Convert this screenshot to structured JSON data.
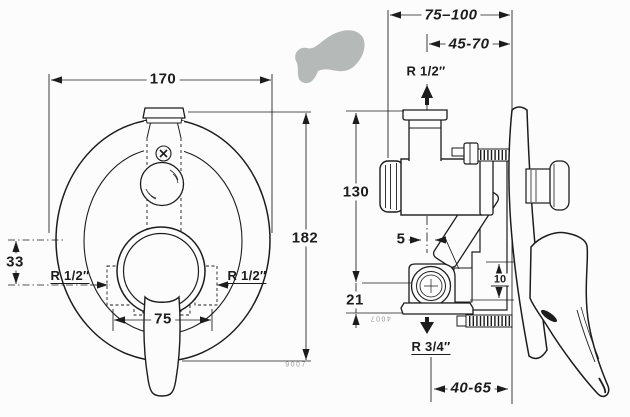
{
  "page": {
    "background": "#fcfcfc",
    "line_color": "#1c1c1c",
    "silhouette_gray": "#b5bab8",
    "part_number_color": "#9b9b9b"
  },
  "front_view": {
    "width_dim": "170",
    "height_dim": "182",
    "center_offset_dim": "33",
    "left_port_label": "R 1/2″",
    "right_port_label": "R 1/2″",
    "port_spacing_dim": "75",
    "part_number": "9007"
  },
  "side_view": {
    "depth_range_dim": "75–100",
    "inner_depth_range_dim": "45-70",
    "top_port_label": "R 1/2″",
    "top_port_height_dim": "130",
    "centerline_offset_dim": "5",
    "outlet_drop_dim": "21",
    "plate_clearance_dim": "10",
    "bottom_port_label": "R 3/4″",
    "bottom_depth_range_dim": "40-65",
    "part_number": "4007"
  }
}
